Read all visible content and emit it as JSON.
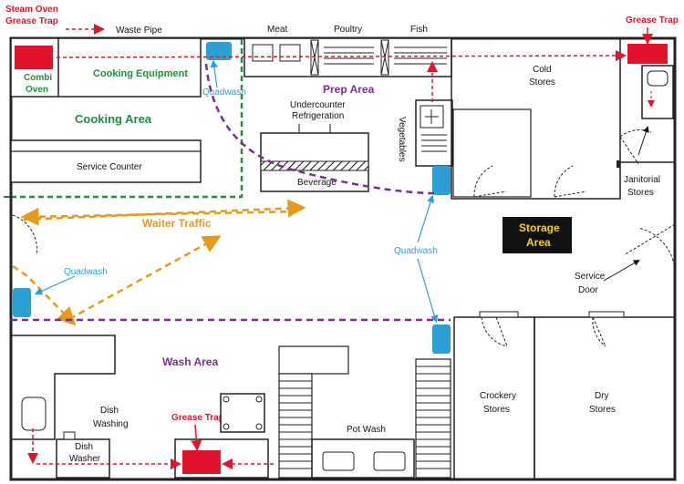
{
  "legend": {
    "equipment_label": "Steam Oven Grease Trap",
    "equipment_label_lines": [
      "Steam Oven",
      "Grease Trap"
    ],
    "waste_pipe_label": "Waste Pipe"
  },
  "labels": {
    "combi_oven": [
      "Combi",
      "Oven"
    ],
    "cooking_equipment": "Cooking Equipment",
    "cooking_area": "Cooking Area",
    "service_counter": "Service Counter",
    "meat": "Meat",
    "poultry": "Poultry",
    "fish": "Fish",
    "grease_trap_top": "Grease Trap",
    "cold_stores": [
      "Cold",
      "Stores"
    ],
    "prep_area": "Prep Area",
    "undercounter_refrigeration": [
      "Undercounter",
      "Refrigeration"
    ],
    "beverage": "Beverage",
    "vegetables": "Vegetables",
    "janitorial_stores": [
      "Janitorial",
      "Stores"
    ],
    "storage_area": [
      "Storage",
      "Area"
    ],
    "waiter_traffic": "Waiter Traffic",
    "service_door": [
      "Service",
      "Door"
    ],
    "wash_area": "Wash Area",
    "dish_washing": [
      "Dish",
      "Washing"
    ],
    "dish_washer": [
      "Dish",
      "Washer"
    ],
    "grease_trap_bottom": "Grease Trap",
    "pot_wash": "Pot Wash",
    "crockery_stores": [
      "Crockery",
      "Stores"
    ],
    "dry_stores": [
      "Dry",
      "Stores"
    ],
    "quadwash": "Quadwash"
  },
  "colors": {
    "waste_pipe": "#e2142d",
    "grease_trap": "#e2142d",
    "quadwash": "#2a9fd6",
    "cooking_zone": "#1e8f3a",
    "prep_zone": "#7b2d8e",
    "waiter_traffic": "#e69a1c",
    "storage_badge": "#111111",
    "storage_text": "#f3d21a"
  }
}
